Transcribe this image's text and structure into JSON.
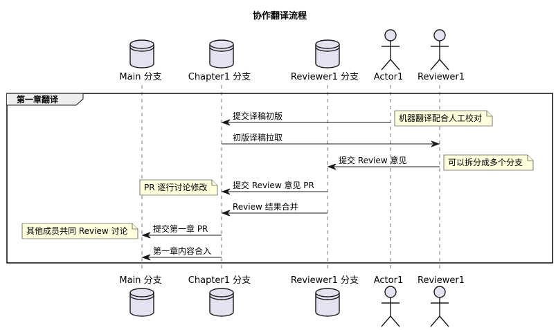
{
  "title": "协作翻译流程",
  "participants": [
    {
      "id": "main",
      "label": "Main 分支",
      "kind": "database"
    },
    {
      "id": "chapter1",
      "label": "Chapter1 分支",
      "kind": "database"
    },
    {
      "id": "reviewer1_branch",
      "label": "Reviewer1 分支",
      "kind": "database"
    },
    {
      "id": "actor1",
      "label": "Actor1",
      "kind": "actor"
    },
    {
      "id": "reviewer1",
      "label": "Reviewer1",
      "kind": "actor"
    }
  ],
  "group": {
    "label": "第一章翻译"
  },
  "messages": [
    {
      "from": "actor1",
      "to": "chapter1",
      "label": "提交译稿初版"
    },
    {
      "from": "chapter1",
      "to": "reviewer1",
      "label": "初版译稿拉取"
    },
    {
      "from": "reviewer1",
      "to": "reviewer1_branch",
      "label": "提交 Review 意见"
    },
    {
      "from": "reviewer1_branch",
      "to": "chapter1",
      "label": "提交 Review 意见 PR"
    },
    {
      "from": "reviewer1_branch",
      "to": "chapter1",
      "label": "Review 结果合并"
    },
    {
      "from": "chapter1",
      "to": "main",
      "label": "提交第一章 PR"
    },
    {
      "from": "chapter1",
      "to": "main",
      "label": "第一章内容合入"
    }
  ],
  "notes": [
    {
      "text": "机器翻译配合人工校对",
      "side": "right-of",
      "anchor": "actor1",
      "msg": 0
    },
    {
      "text": "可以拆分成多个分支",
      "side": "right-of",
      "anchor": "reviewer1",
      "msg": 2
    },
    {
      "text": "PR 逐行讨论修改",
      "side": "left-of",
      "anchor": "chapter1",
      "msg": 3
    },
    {
      "text": "其他成员共同 Review 讨论",
      "side": "left-of",
      "anchor": "main",
      "msg": 5
    }
  ],
  "colors": {
    "participant_fill": "#E2E2F0",
    "participant_stroke": "#181818",
    "note_fill": "#FEFFDD",
    "line": "#181818",
    "lifeline": "#181818"
  }
}
